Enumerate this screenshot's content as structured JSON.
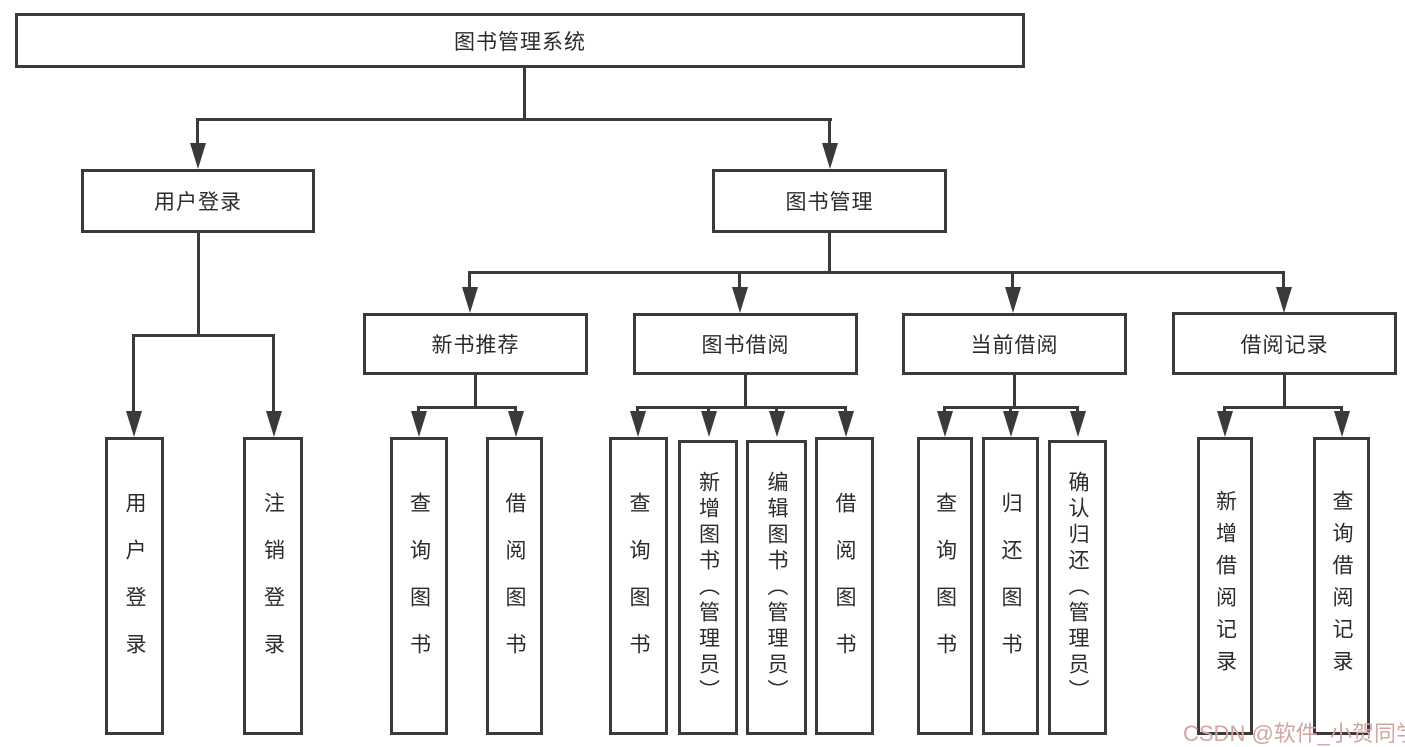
{
  "tree": {
    "root": {
      "label": "图书管理系统"
    },
    "level2": [
      {
        "label": "用户登录"
      },
      {
        "label": "图书管理"
      }
    ],
    "level3": [
      {
        "label": "新书推荐"
      },
      {
        "label": "图书借阅"
      },
      {
        "label": "当前借阅"
      },
      {
        "label": "借阅记录"
      }
    ],
    "leaves": {
      "user_login": [
        {
          "label": "用户登录"
        },
        {
          "label": "注销登录"
        }
      ],
      "new_book": [
        {
          "label": "查询图书"
        },
        {
          "label": "借阅图书"
        }
      ],
      "book_borrow": [
        {
          "label": "查询图书"
        },
        {
          "label": "新增图书（管理员）"
        },
        {
          "label": "编辑图书（管理员）"
        },
        {
          "label": "借阅图书"
        }
      ],
      "current_borrow": [
        {
          "label": "查询图书"
        },
        {
          "label": "归还图书"
        },
        {
          "label": "确认归还（管理员）"
        }
      ],
      "borrow_record": [
        {
          "label": "新增借阅记录"
        },
        {
          "label": "查询借阅记录"
        }
      ]
    }
  },
  "watermark": {
    "text": "CSDN @软件_小贺同学"
  },
  "colors": {
    "line": "#3a3a3a",
    "background": "#ffffff",
    "watermark": "#d2a5a3"
  }
}
